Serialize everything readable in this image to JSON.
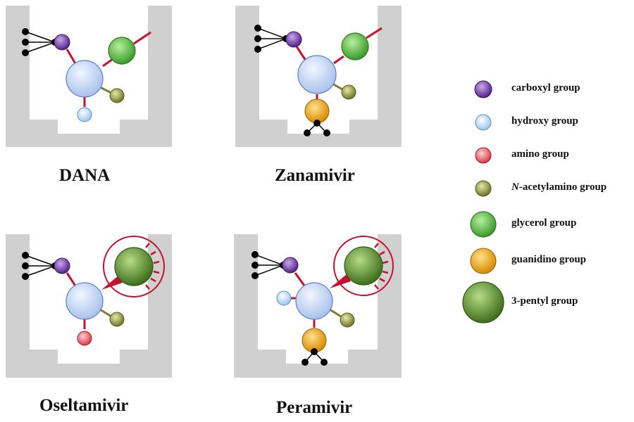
{
  "panels": [
    {
      "label": "DANA"
    },
    {
      "label": "Zanamivir"
    },
    {
      "label": "Oseltamivir"
    },
    {
      "label": "Peramivir"
    }
  ],
  "legend": [
    {
      "label": "carboxyl group",
      "color": "#6a3fa0"
    },
    {
      "label": "hydroxy group",
      "color": "#a8ccf0"
    },
    {
      "label": "amino group",
      "color": "#e0505a"
    },
    {
      "label_prefix": "N",
      "label": "-acetylamino group",
      "color": "#8a8f3a"
    },
    {
      "label": "glycerol group",
      "color": "#4caf3c"
    },
    {
      "label": "guanidino group",
      "color": "#e8a010"
    },
    {
      "label": "3-pentyl group",
      "color": "#5a8a2a"
    }
  ],
  "colors": {
    "pocket": "#d0d0d0",
    "core": "#b8cff0",
    "bond": "#c8102e",
    "black": "#000000"
  }
}
